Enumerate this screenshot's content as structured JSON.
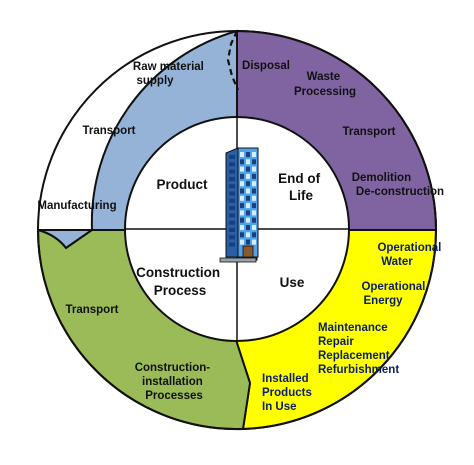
{
  "colors": {
    "product_stage": "#95b3d7",
    "end_of_life_stage": "#8064a2",
    "use_stage": "#ffff00",
    "construction_stage": "#9bbb59",
    "outline": "#111111",
    "building": "#2f7fd3"
  },
  "hub": {
    "product": "Product",
    "end_of_life": [
      "End of",
      "Life"
    ],
    "construction": [
      "Construction",
      "Process"
    ],
    "use": "Use",
    "icon": "building-icon"
  },
  "product_stage": {
    "raw_material": [
      "Raw material",
      "supply"
    ],
    "transport": "Transport",
    "manufacturing": "Manufacturing"
  },
  "end_of_life_stage": {
    "disposal": "Disposal",
    "waste": [
      "Waste",
      "Processing"
    ],
    "transport": "Transport",
    "demolition": [
      "Demolition",
      "De-construction"
    ]
  },
  "use_stage": {
    "water": [
      "Operational",
      "Water"
    ],
    "energy": [
      "Operational",
      "Energy"
    ],
    "maintenance": [
      "Maintenance",
      "Repair",
      "Replacement",
      "Refurbishment"
    ],
    "installed": [
      "Installed",
      "Products",
      "In Use"
    ]
  },
  "construction_stage": {
    "transport": "Transport",
    "installation": [
      "Construction-",
      "installation",
      "Processes"
    ]
  }
}
